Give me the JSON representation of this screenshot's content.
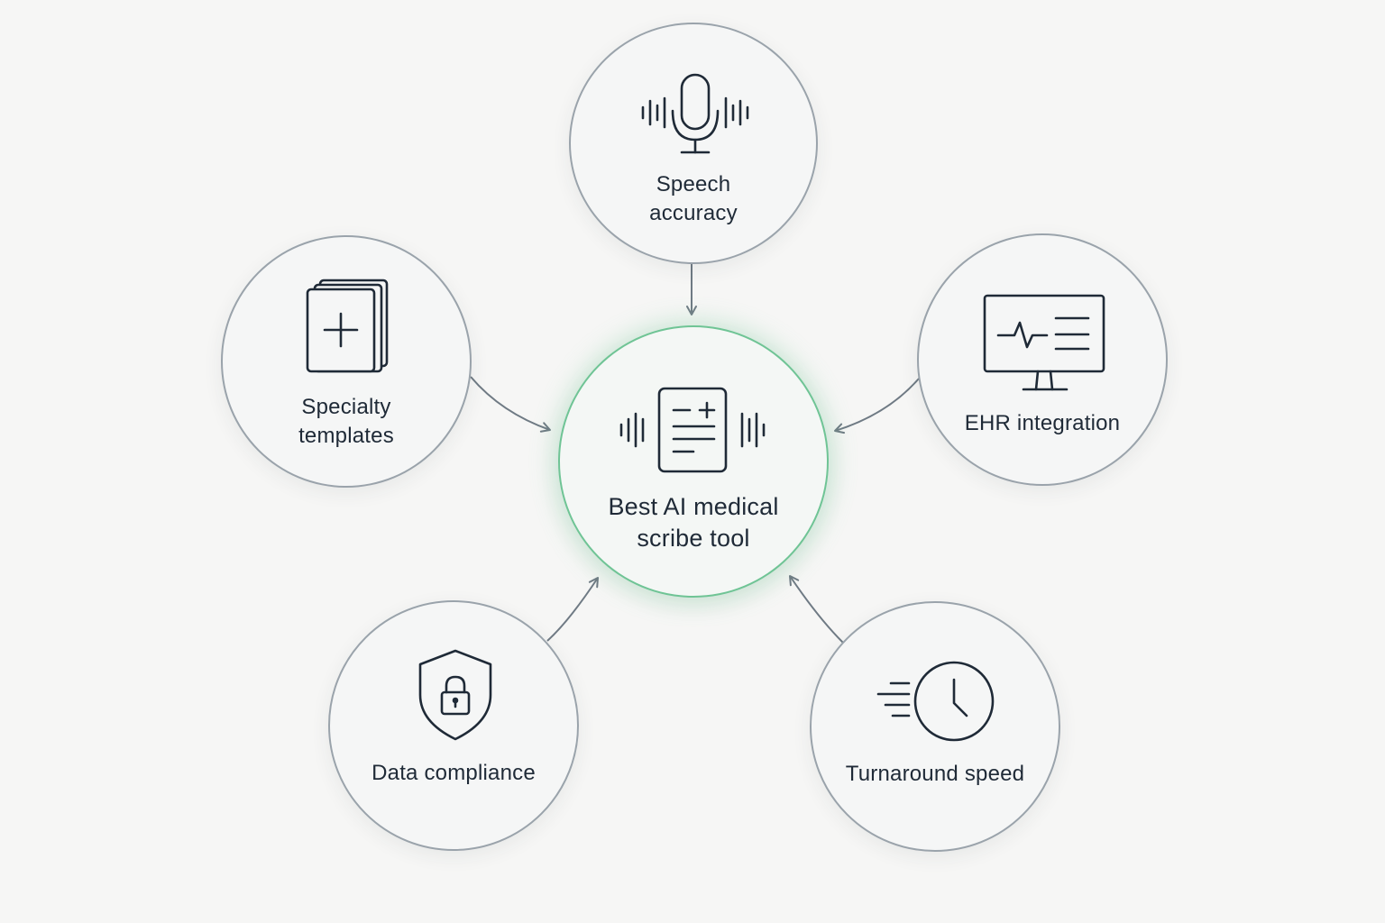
{
  "diagram": {
    "center": {
      "line1": "Best AI medical",
      "line2": "scribe tool",
      "icon": "document-waveform-icon"
    },
    "nodes": {
      "speech": {
        "line1": "Speech",
        "line2": "accuracy",
        "icon": "microphone-icon"
      },
      "specialty": {
        "line1": "Specialty",
        "line2": "templates",
        "icon": "medical-template-icon"
      },
      "ehr": {
        "line1": "EHR integration",
        "icon": "monitor-heartbeat-icon"
      },
      "data": {
        "line1": "Data compliance",
        "icon": "shield-lock-icon"
      },
      "turnaround": {
        "line1": "Turnaround speed",
        "icon": "fast-clock-icon"
      }
    },
    "colors": {
      "center_border": "#6fc495",
      "node_border": "#9aa3ab",
      "arrow": "#6f7a84",
      "icon_stroke": "#1f2a37"
    }
  }
}
